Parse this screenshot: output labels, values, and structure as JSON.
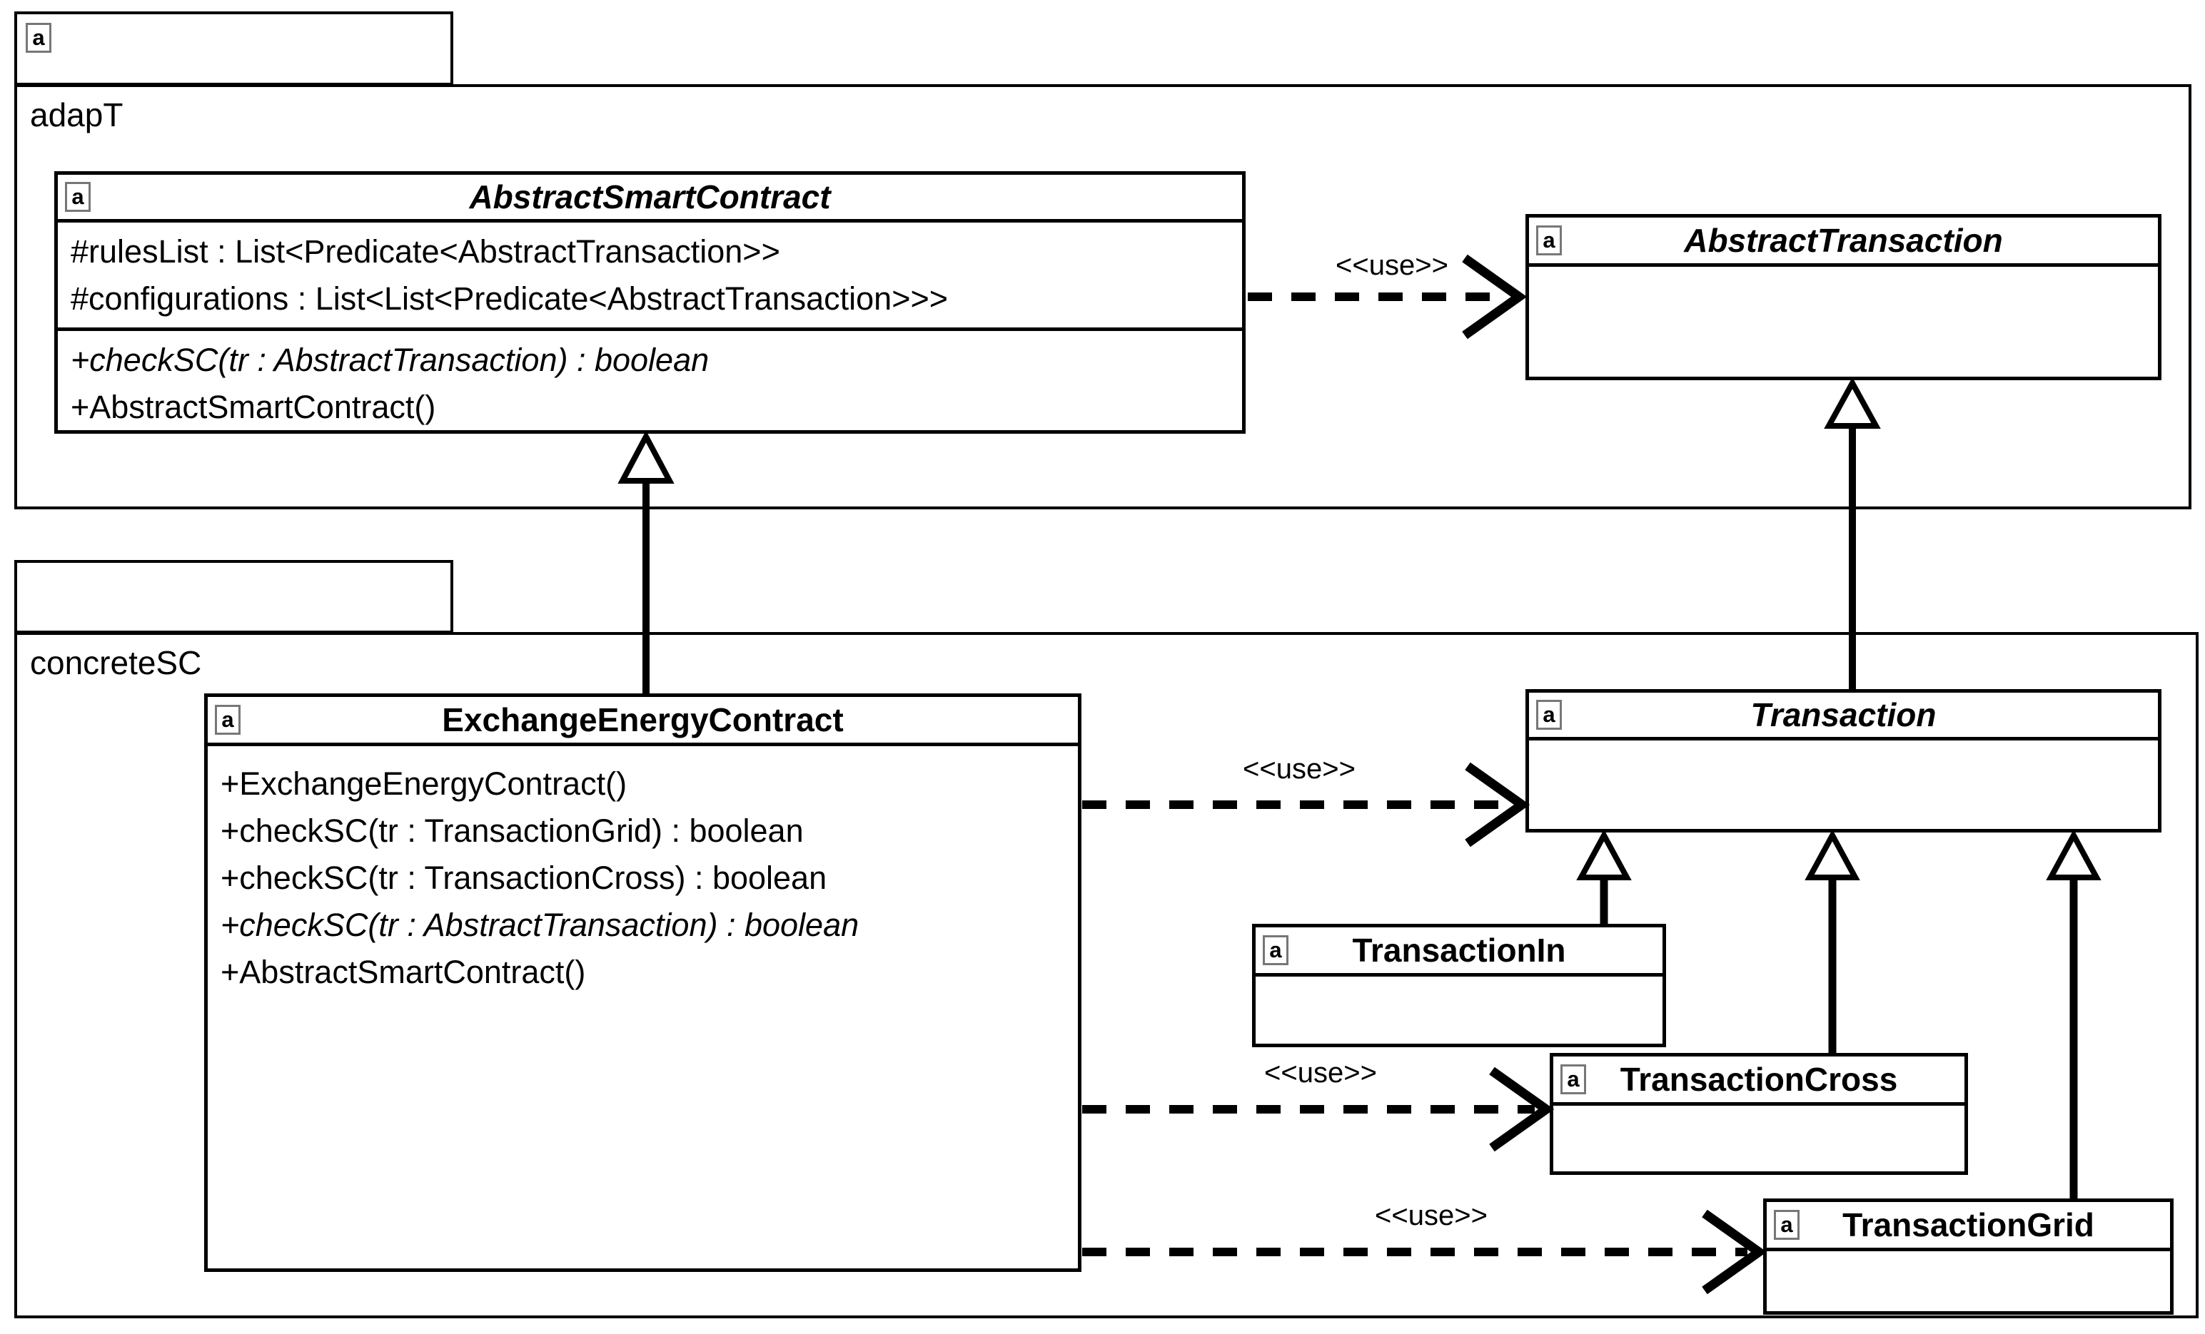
{
  "diagram": {
    "type": "uml-class-diagram",
    "icon_letter": "a",
    "use_label": "<<use>>",
    "packages": {
      "adapT": {
        "label": "adapT"
      },
      "concreteSC": {
        "label": "concreteSC"
      }
    },
    "classes": {
      "abstractSmartContract": {
        "name": "AbstractSmartContract",
        "abstract": true,
        "attributes": [
          "#rulesList : List<Predicate<AbstractTransaction>>",
          "#configurations : List<List<Predicate<AbstractTransaction>>>"
        ],
        "methods": [
          "+checkSC(tr : AbstractTransaction) : boolean",
          "+AbstractSmartContract()"
        ]
      },
      "abstractTransaction": {
        "name": "AbstractTransaction",
        "abstract": true,
        "attributes": [],
        "methods": []
      },
      "exchangeEnergyContract": {
        "name": "ExchangeEnergyContract",
        "abstract": false,
        "attributes": [],
        "methods": [
          "+ExchangeEnergyContract()",
          "+checkSC(tr : TransactionGrid) : boolean",
          "+checkSC(tr : TransactionCross) : boolean",
          "+checkSC(tr : AbstractTransaction) : boolean",
          "+AbstractSmartContract()"
        ]
      },
      "transaction": {
        "name": "Transaction",
        "abstract": true,
        "attributes": [],
        "methods": []
      },
      "transactionIn": {
        "name": "TransactionIn",
        "abstract": false,
        "attributes": [],
        "methods": []
      },
      "transactionCross": {
        "name": "TransactionCross",
        "abstract": false,
        "attributes": [],
        "methods": []
      },
      "transactionGrid": {
        "name": "TransactionGrid",
        "abstract": false,
        "attributes": [],
        "methods": []
      }
    },
    "relations": {
      "generalizations": [
        "ExchangeEnergyContract -> AbstractSmartContract",
        "Transaction -> AbstractTransaction",
        "TransactionIn -> Transaction",
        "TransactionCross -> Transaction",
        "TransactionGrid -> Transaction"
      ],
      "uses": [
        "AbstractSmartContract -> AbstractTransaction",
        "ExchangeEnergyContract -> Transaction",
        "ExchangeEnergyContract -> TransactionCross",
        "ExchangeEnergyContract -> TransactionGrid"
      ]
    },
    "colors": {
      "line": "#000000",
      "background": "#ffffff"
    }
  }
}
